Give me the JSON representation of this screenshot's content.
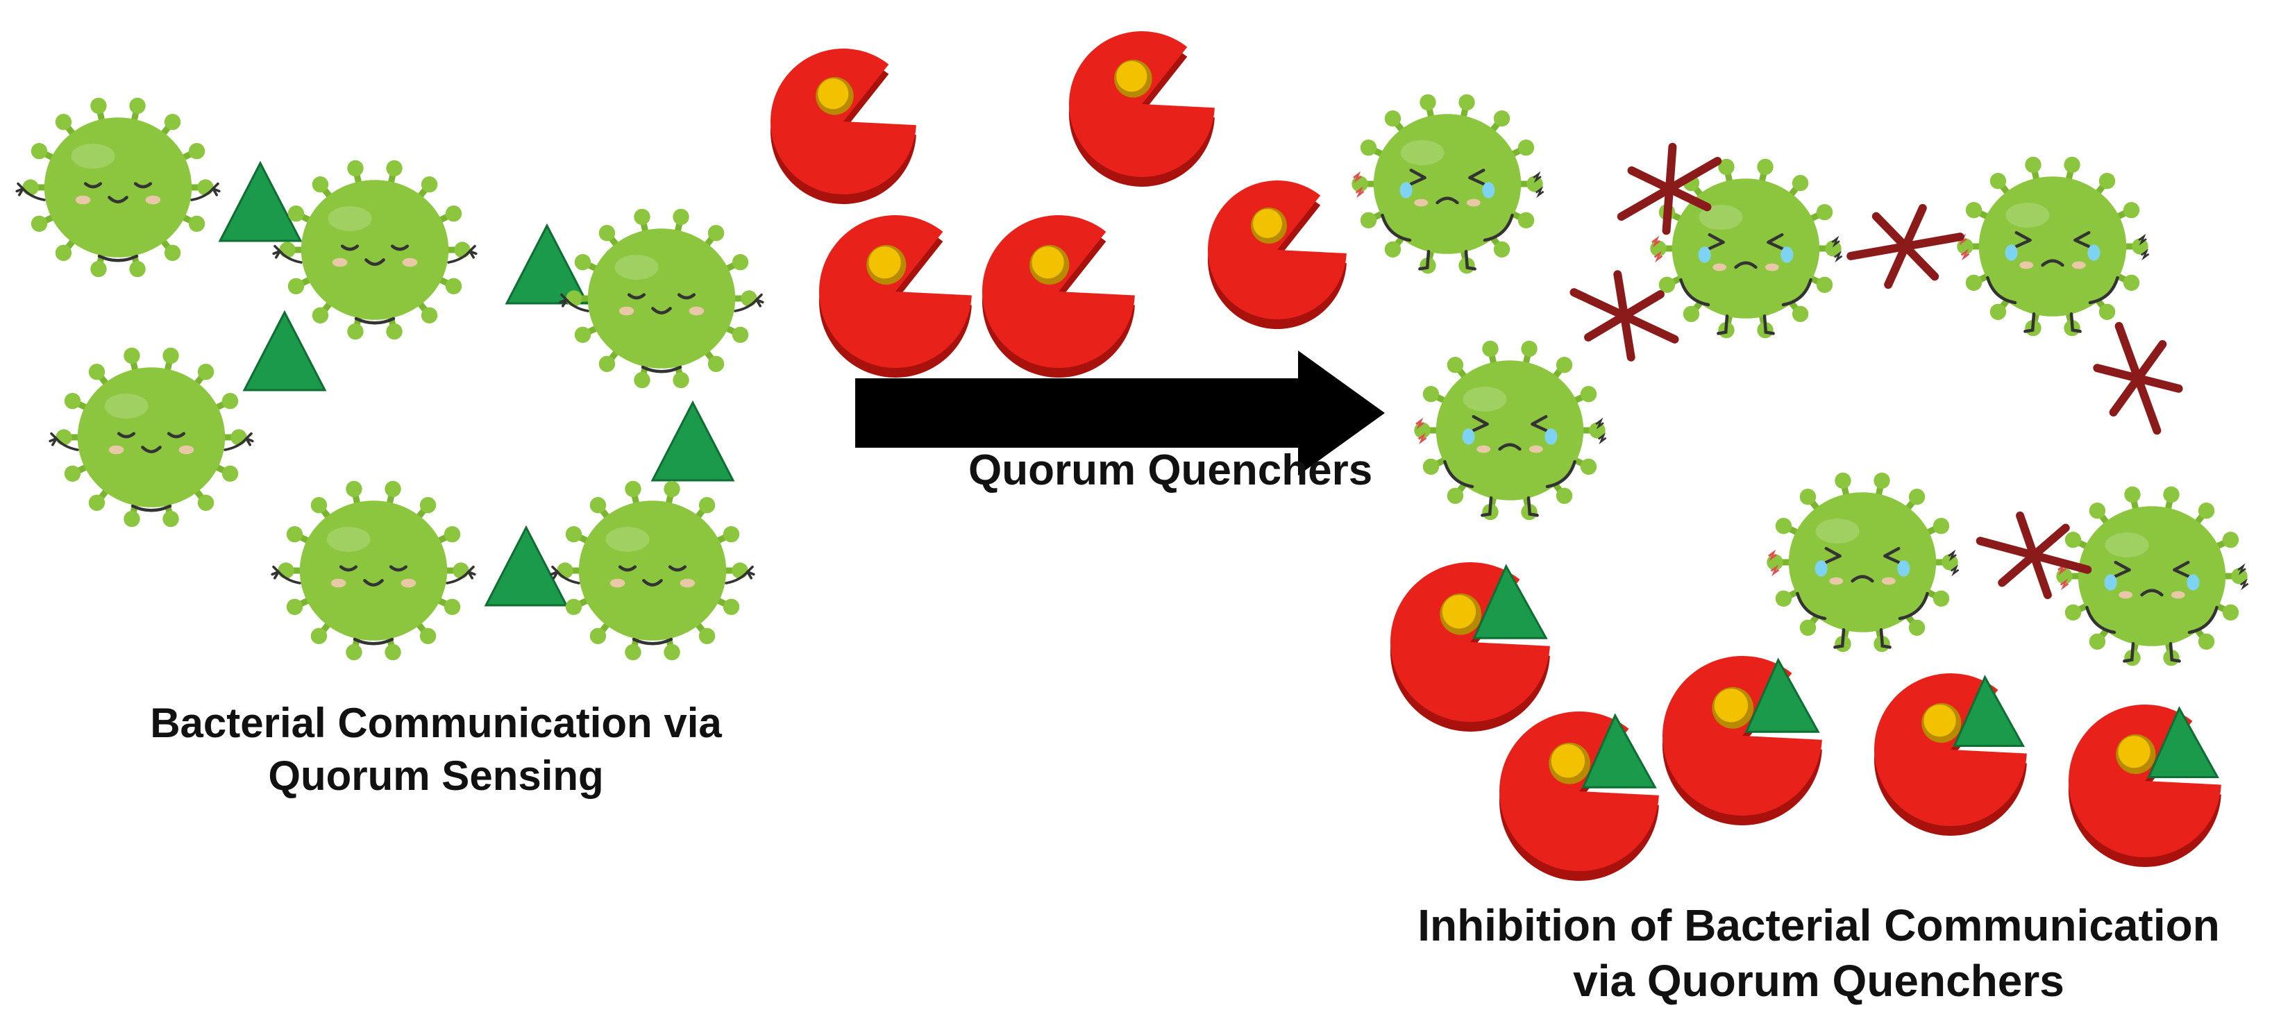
{
  "labels": {
    "left_line1": "Bacterial Communication via",
    "left_line2": "Quorum Sensing",
    "arrow_label": "Quorum Quenchers",
    "right_line1": "Inhibition of Bacterial Communication",
    "right_line2": "via Quorum Quenchers"
  },
  "colors": {
    "bacterium_body": "#8cc63f",
    "bacterium_spike": "#7ab52f",
    "signal_triangle": "#1a9a4a",
    "quencher_red": "#e8221b",
    "quencher_dark_red": "#a8110c",
    "quencher_core": "#f2c200",
    "blocked_link": "#8b1a1a",
    "arrow": "#000000"
  },
  "icons": {
    "happy_bacterium": "meditating-bacterium-icon",
    "sad_bacterium": "crying-bacterium-icon",
    "signal": "signal-molecule-triangle-icon",
    "quencher": "pacman-quencher-icon",
    "bound_quencher": "quencher-bound-signal-icon",
    "blocked": "blocked-signal-x-icon"
  }
}
